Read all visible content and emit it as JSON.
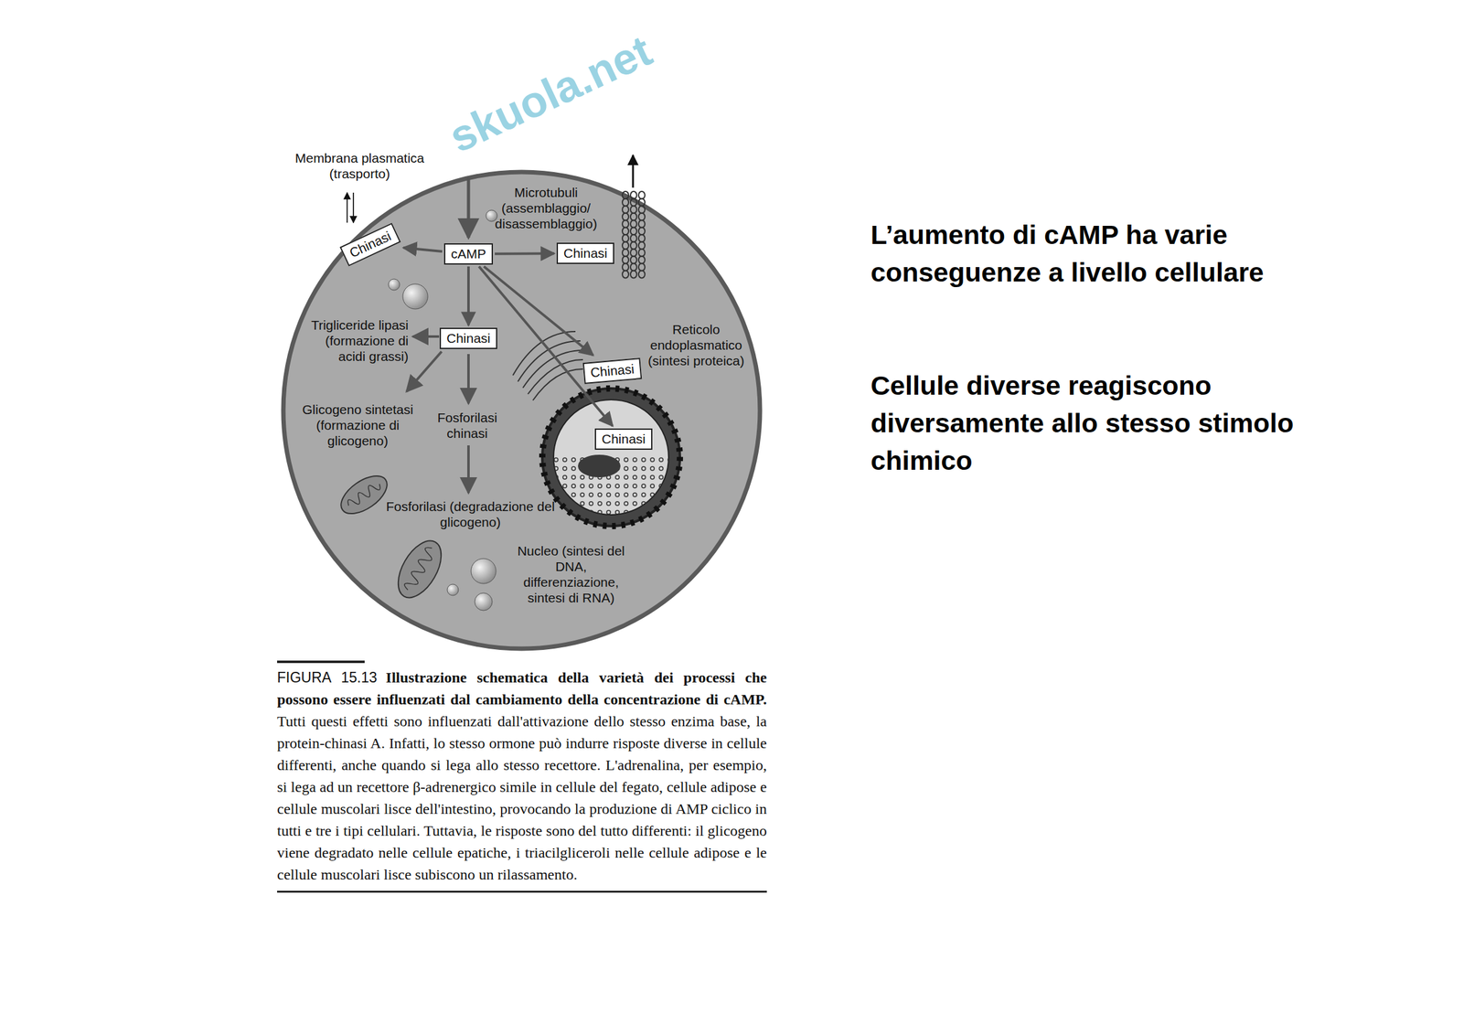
{
  "diagram": {
    "caption": "Illustrazione schematica della varietà dei processi che possono essere influenzati dal cambiamento della concentrazione di cAMP.",
    "nodes": [
      {
        "text": [
          "cAMP"
        ]
      },
      {
        "text": [
          "Chinasi"
        ]
      },
      {
        "text": [
          "Chinasi"
        ]
      },
      {
        "text": [
          "Chinasi"
        ]
      },
      {
        "text": [
          "Chinasi"
        ]
      },
      {
        "text": [
          "Chinasi"
        ]
      }
    ],
    "edges": [
      {
        "from": 0,
        "to": 1,
        "arrow": "to"
      },
      {
        "from": 0,
        "to": 2,
        "arrow": "to"
      },
      {
        "from": 0,
        "to": 3,
        "arrow": "to"
      },
      {
        "from": 0,
        "to": 4,
        "arrow": "to"
      },
      {
        "from": 0,
        "to": 5,
        "arrow": "to"
      }
    ],
    "labels": [
      "skuola.net",
      "Membrana plasmatica (trasporto)",
      "Microtubuli (assemblaggio/ disassemblaggio)",
      "Trigliceride lipasi (formazione di acidi grassi)",
      "Glicogeno sintetasi (formazione di glicogeno)",
      "Fosforilasi chinasi",
      "Reticolo endoplasmatico (sintesi proteica)",
      "Fosforilasi (degradazione del glicogeno)",
      "Nucleo (sintesi del DNA, differenziazione, sintesi di RNA)",
      "FIGURA 15.13",
      "Tutti questi effetti sono influenzati dall'attivazione dello stesso enzima base, la protein-chinasi A. Infatti, lo stesso ormone può indurre risposte diverse in cellule differenti, anche quando si lega allo stesso recettore. L'adrenalina, per esempio, si lega ad un recettore β-adrenergico simile in cellule del fegato, cellule adipose e cellule muscolari lisce dell'intestino, provocando la produzione di AMP ciclico in tutti e tre i tipi cellulari. Tuttavia, le risposte sono del tutto differenti: il glicogeno viene degradato nelle cellule epatiche, i triacilgliceroli nelle cellule adipose e le cellule muscolari lisce subiscono un rilassamento.",
      "L’aumento di cAMP ha varie conseguenze a livello cellulare",
      "Cellule diverse reagiscono diversamente allo stesso stimolo chimico"
    ]
  }
}
